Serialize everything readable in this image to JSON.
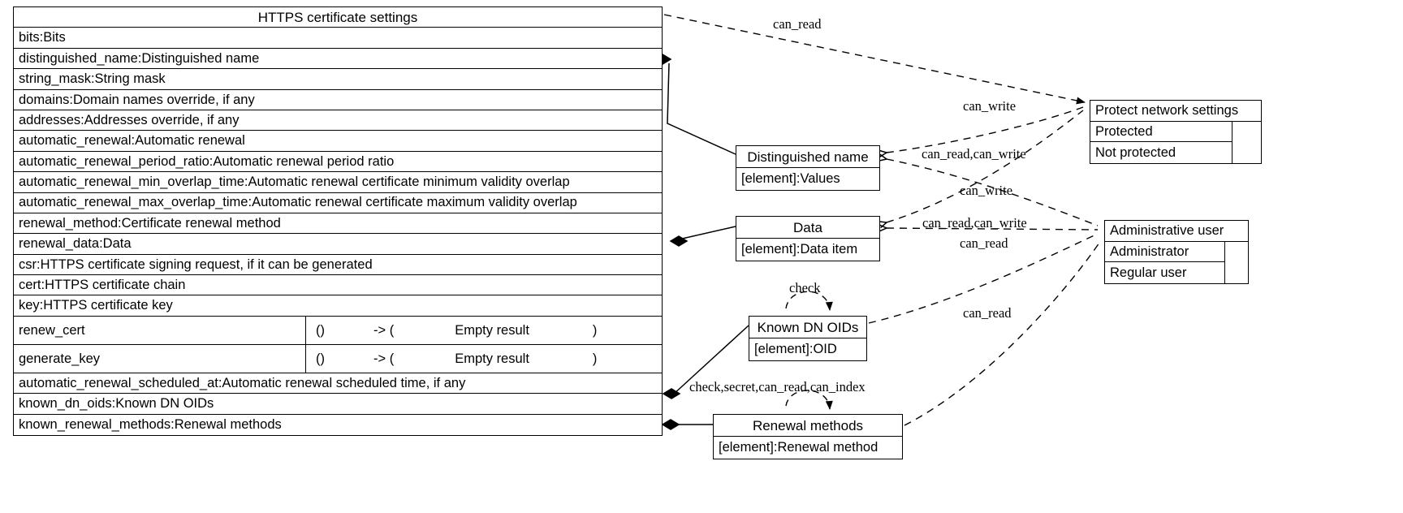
{
  "diagram": {
    "type": "uml-class-diagram",
    "colors": {
      "stroke": "#000000",
      "fill": "#ffffff"
    }
  },
  "main_class": {
    "title": "HTTPS certificate settings",
    "attributes": [
      "bits:Bits",
      "distinguished_name:Distinguished name",
      "string_mask:String mask",
      "domains:Domain names override, if any",
      "addresses:Addresses override, if any",
      "automatic_renewal:Automatic renewal",
      "automatic_renewal_period_ratio:Automatic renewal period ratio",
      "automatic_renewal_min_overlap_time:Automatic renewal certificate minimum validity overlap",
      "automatic_renewal_max_overlap_time:Automatic renewal certificate maximum validity overlap",
      "renewal_method:Certificate renewal method",
      "renewal_data:Data",
      "csr:HTTPS certificate signing request, if it can be generated",
      "cert:HTTPS certificate chain",
      "key:HTTPS certificate key"
    ],
    "operations": [
      {
        "name": "renew_cert",
        "params": "()",
        "arrow": "-> (",
        "result": "Empty result",
        "close": ")"
      },
      {
        "name": "generate_key",
        "params": "()",
        "arrow": "-> (",
        "result": "Empty result",
        "close": ")"
      }
    ],
    "trailing_attributes": [
      "automatic_renewal_scheduled_at:Automatic renewal scheduled time, if any",
      "known_dn_oids:Known DN OIDs",
      "known_renewal_methods:Renewal methods"
    ]
  },
  "element_classes": [
    {
      "id": "dn",
      "title": "Distinguished name",
      "rows": [
        "[element]:Values"
      ]
    },
    {
      "id": "data",
      "title": "Data",
      "rows": [
        "[element]:Data item"
      ]
    },
    {
      "id": "oids",
      "title": "Known DN OIDs",
      "rows": [
        "[element]:OID"
      ]
    },
    {
      "id": "renewal",
      "title": "Renewal methods",
      "rows": [
        "[element]:Renewal method"
      ]
    }
  ],
  "enum_classes": [
    {
      "id": "protect",
      "title": "Protect network settings",
      "values": [
        "Protected",
        "Not protected"
      ]
    },
    {
      "id": "admin",
      "title": "Administrative user",
      "values": [
        "Administrator",
        "Regular user"
      ]
    }
  ],
  "edge_labels": {
    "can_read_top": "can_read",
    "can_write_top": "can_write",
    "can_read_can_write_dn": "can_read,can_write",
    "can_write_mid": "can_write",
    "can_read_can_write_data": "can_read,can_write",
    "can_read_data": "can_read",
    "check_oids": "check",
    "can_read_oids": "can_read",
    "check_secret_renewal": "check,secret,can_read,can_index",
    "can_read_renewal": "can_read"
  }
}
